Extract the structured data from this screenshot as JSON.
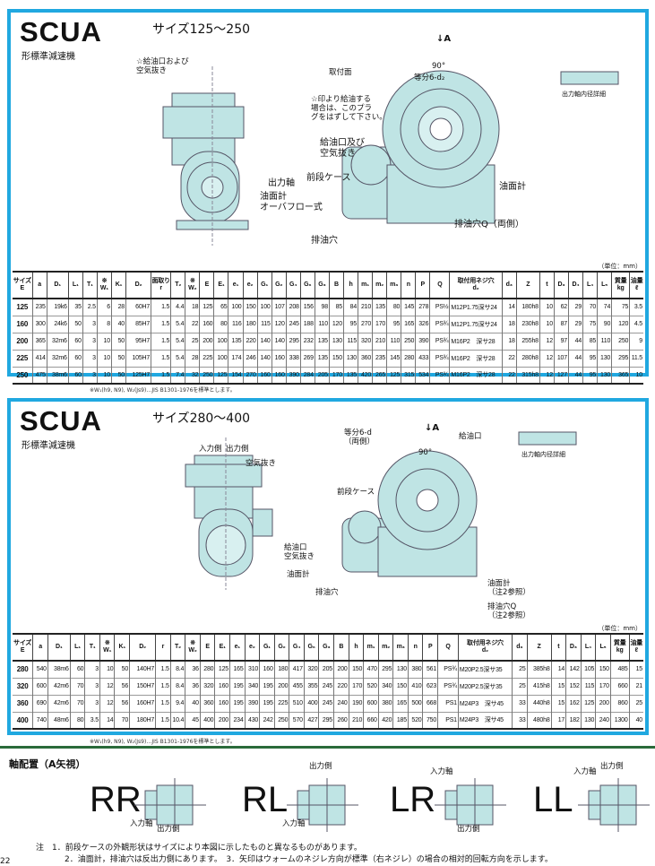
{
  "section1": {
    "title": "SCUA",
    "subtitle": "形標準減速機",
    "range": "サイズ125～250",
    "unit": "（単位：mm）",
    "labels": {
      "oil_inlet_air": "☆給油口および\n空気抜き",
      "mount_face": "取付面",
      "note_plug": "☆印より給油する\n場合は、このプラ\nグをはずして下さい。",
      "oil_inlet_air2": "給油口及び\n空気抜き",
      "front_case": "前段ケース",
      "output_shaft": "出力軸",
      "oil_gauge_overflow": "油面計\nオーバフロー式",
      "oil_gauge": "油面計",
      "drain": "排油穴",
      "drain_q": "排油穴Q（両側）",
      "equal6": "等分6-d₂",
      "angle": "90°",
      "arrow_a": "↓A",
      "bore_detail": "出力軸内径詳細"
    }
  },
  "table1": {
    "headers": [
      "サイズ\nE",
      "a",
      "D₁",
      "L₁",
      "T₁",
      "※\nW₁",
      "K₁",
      "D₂",
      "面取り\nr",
      "T₂",
      "※\nW₂",
      "E",
      "E₁",
      "e₁",
      "e₂",
      "G₁",
      "G₂",
      "G₄",
      "G₆",
      "G₃",
      "B",
      "h",
      "m₁",
      "m₂",
      "m₃",
      "n",
      "P",
      "Q",
      "取付用ネジ穴\nd₂",
      "d₃",
      "Z",
      "t",
      "D₃",
      "D₄",
      "L₄",
      "L₅",
      "質量\nkg",
      "油量\nℓ"
    ],
    "rows": [
      [
        "125",
        "235",
        "19k6",
        "35",
        "2.5",
        "6",
        "28",
        "60H7",
        "1.5",
        "4.4",
        "18",
        "125",
        "65",
        "100",
        "150",
        "100",
        "107",
        "208",
        "156",
        "98",
        "85",
        "84",
        "210",
        "135",
        "80",
        "145",
        "278",
        "PS½",
        "M12P1.75深サ24",
        "14",
        "180h8",
        "10",
        "62",
        "29",
        "70",
        "74",
        "75",
        "3.5"
      ],
      [
        "160",
        "300",
        "24k6",
        "50",
        "3",
        "8",
        "40",
        "85H7",
        "1.5",
        "5.4",
        "22",
        "160",
        "80",
        "116",
        "180",
        "115",
        "120",
        "245",
        "188",
        "110",
        "120",
        "95",
        "270",
        "170",
        "95",
        "165",
        "326",
        "PS¾",
        "M12P1.75深サ24",
        "18",
        "230h8",
        "10",
        "87",
        "29",
        "75",
        "90",
        "120",
        "4.5"
      ],
      [
        "200",
        "365",
        "32m6",
        "60",
        "3",
        "10",
        "50",
        "95H7",
        "1.5",
        "5.4",
        "25",
        "200",
        "100",
        "135",
        "220",
        "140",
        "140",
        "295",
        "232",
        "135",
        "130",
        "115",
        "320",
        "210",
        "110",
        "250",
        "390",
        "PS¾",
        "M16P2　深サ28",
        "18",
        "255h8",
        "12",
        "97",
        "44",
        "85",
        "110",
        "250",
        "9"
      ],
      [
        "225",
        "414",
        "32m6",
        "60",
        "3",
        "10",
        "50",
        "105H7",
        "1.5",
        "5.4",
        "28",
        "225",
        "100",
        "174",
        "246",
        "140",
        "160",
        "338",
        "269",
        "135",
        "150",
        "130",
        "360",
        "235",
        "145",
        "280",
        "433",
        "PS¾",
        "M16P2　深サ28",
        "22",
        "280h8",
        "12",
        "107",
        "44",
        "95",
        "130",
        "295",
        "11.5"
      ],
      [
        "250",
        "475",
        "38m6",
        "60",
        "3",
        "10",
        "50",
        "125H7",
        "1.5",
        "7.4",
        "32",
        "250",
        "125",
        "154",
        "270",
        "160",
        "160",
        "390",
        "284",
        "205",
        "170",
        "135",
        "420",
        "265",
        "125",
        "315",
        "534",
        "PS¾",
        "M16P2　深サ28",
        "22",
        "315h8",
        "12",
        "127",
        "44",
        "95",
        "130",
        "365",
        "10"
      ]
    ]
  },
  "footnote1": "※W₁(h9, N9), W₂(Js9)…JIS B1301-1976を標準とします。",
  "section2": {
    "title": "SCUA",
    "subtitle": "形標準減速機",
    "range": "サイズ280～400",
    "unit": "（単位：mm）",
    "labels": {
      "output_side": "出力側",
      "input_side": "入力側",
      "air_vent": "空気抜き",
      "oil_inlet_air": "給油口\n空気抜き",
      "oil_gauge": "油面計",
      "equal6": "等分6-d\n（両側）",
      "oil_inlet": "給油口",
      "front_case": "前段ケース",
      "oil_gauge_note": "油面計\n（注2参照）",
      "drain_q_note": "排油穴Q\n（注2参照）",
      "drain": "排油穴",
      "angle": "90°",
      "arrow_a": "↓A",
      "bore_detail": "出力軸内径詳細"
    }
  },
  "table2": {
    "headers": [
      "サイズ\nE",
      "a",
      "D₁",
      "L₁",
      "T₁",
      "※\nW₁",
      "K₁",
      "D₂",
      "r",
      "T₂",
      "※\nW₂",
      "E",
      "E₁",
      "e₁",
      "e₂",
      "G₁",
      "G₂",
      "G₄",
      "G₆",
      "G₃",
      "B",
      "h",
      "m₁",
      "m₂",
      "m₃",
      "n",
      "P",
      "Q",
      "取付用ネジ穴\nd₂",
      "d₃",
      "Z",
      "t",
      "D₃",
      "L₄",
      "L₅",
      "質量\nkg",
      "油量\nℓ"
    ],
    "rows": [
      [
        "280",
        "540",
        "38m6",
        "60",
        "3",
        "10",
        "50",
        "140H7",
        "1.5",
        "8.4",
        "36",
        "280",
        "125",
        "165",
        "310",
        "160",
        "180",
        "417",
        "320",
        "205",
        "200",
        "150",
        "470",
        "295",
        "130",
        "380",
        "561",
        "PS¾",
        "M20P2.5深サ35",
        "25",
        "385h8",
        "14",
        "142",
        "105",
        "150",
        "485",
        "15"
      ],
      [
        "320",
        "600",
        "42m6",
        "70",
        "3",
        "12",
        "56",
        "150H7",
        "1.5",
        "8.4",
        "36",
        "320",
        "160",
        "195",
        "340",
        "195",
        "200",
        "455",
        "355",
        "245",
        "220",
        "170",
        "520",
        "340",
        "150",
        "410",
        "623",
        "PS¾",
        "M20P2.5深サ35",
        "25",
        "415h8",
        "15",
        "152",
        "115",
        "170",
        "660",
        "21"
      ],
      [
        "360",
        "690",
        "42m6",
        "70",
        "3",
        "12",
        "56",
        "160H7",
        "1.5",
        "9.4",
        "40",
        "360",
        "160",
        "195",
        "390",
        "195",
        "225",
        "510",
        "400",
        "245",
        "240",
        "190",
        "600",
        "380",
        "165",
        "500",
        "668",
        "PS1",
        "M24P3　深サ45",
        "33",
        "440h8",
        "15",
        "162",
        "125",
        "200",
        "860",
        "25"
      ],
      [
        "400",
        "740",
        "48m6",
        "80",
        "3.5",
        "14",
        "70",
        "180H7",
        "1.5",
        "10.4",
        "45",
        "400",
        "200",
        "234",
        "430",
        "242",
        "250",
        "570",
        "427",
        "295",
        "260",
        "210",
        "660",
        "420",
        "185",
        "520",
        "750",
        "PS1",
        "M24P3　深サ45",
        "33",
        "480h8",
        "17",
        "182",
        "130",
        "240",
        "1300",
        "40"
      ]
    ]
  },
  "footnote2": "※W₁(h9, N9), W₂(Js9)…JIS B1301-1976を標準とします。",
  "arrangement": {
    "title": "軸配置（A矢視）",
    "types": [
      "RR",
      "RL",
      "LR",
      "LL"
    ],
    "output_side": "出力側",
    "input_shaft": "入力軸"
  },
  "notes": {
    "n1": "注　1．前段ケースの外観形状はサイズにより本図に示したものと異なるものがあります。",
    "n2": "2．油面計，排油穴は反出力側にあります。　3．矢印はウォームのネジレ方向が標準（右ネジレ）の場合の相対的回転方向を示します。"
  },
  "page_number": "22",
  "colors": {
    "frame": "#20a8e0",
    "body": "#bfe4e4"
  }
}
